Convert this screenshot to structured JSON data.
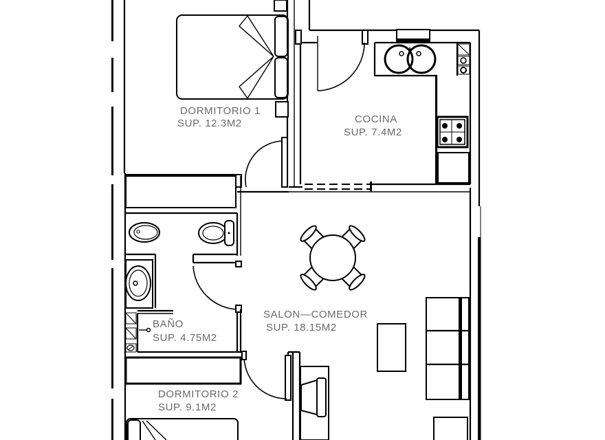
{
  "plan": {
    "type": "architectural-floor-plan",
    "line_color": "#000000",
    "label_color": "#6a6a6a",
    "background": "#ffffff",
    "rooms": [
      {
        "id": "dormitorio-1",
        "name": "DORMITORIO 1",
        "area": "SUP. 12.3M2"
      },
      {
        "id": "cocina",
        "name": "COCINA",
        "area": "SUP. 7.4M2"
      },
      {
        "id": "salon-comedor",
        "name": "SALON—COMEDOR",
        "area": "SUP. 18.15M2"
      },
      {
        "id": "bano",
        "name": "BAÑO",
        "area": "SUP. 4.75M2"
      },
      {
        "id": "dormitorio-2",
        "name": "DORMITORIO 2",
        "area": "SUP. 9.1M2"
      }
    ],
    "fixtures": [
      "double-bed-icon",
      "double-sink-icon",
      "stove-icon",
      "fridge-icon",
      "washing-machine-icon",
      "toilet-icon",
      "bidet-icon",
      "washbasin-icon",
      "dining-table-icon",
      "sofa-icon",
      "coffee-table-icon",
      "armchair-icon",
      "tv-unit-icon",
      "wardrobe-icon"
    ]
  }
}
